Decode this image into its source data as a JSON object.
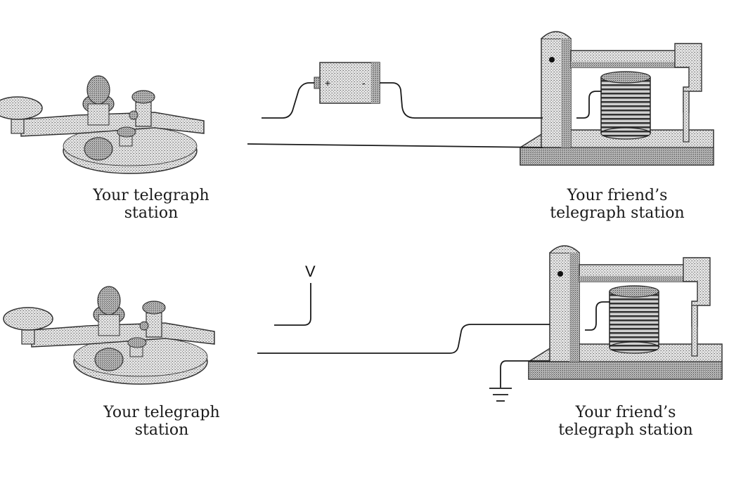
{
  "top": {
    "left_caption": [
      "Your telegraph",
      "station"
    ],
    "right_caption": [
      "Your friend’s",
      "telegraph station"
    ],
    "battery": {
      "plus": "+",
      "minus": "-"
    }
  },
  "bottom": {
    "left_caption": [
      "Your telegraph",
      "station"
    ],
    "right_caption": [
      "Your friend’s",
      "telegraph station"
    ],
    "voltage_label": "V"
  },
  "colors": {
    "ink": "#1a1a1a",
    "stipple": "#9a9a9a",
    "light_stipple": "#d4d4d4",
    "coil": "#3a3a3a"
  }
}
